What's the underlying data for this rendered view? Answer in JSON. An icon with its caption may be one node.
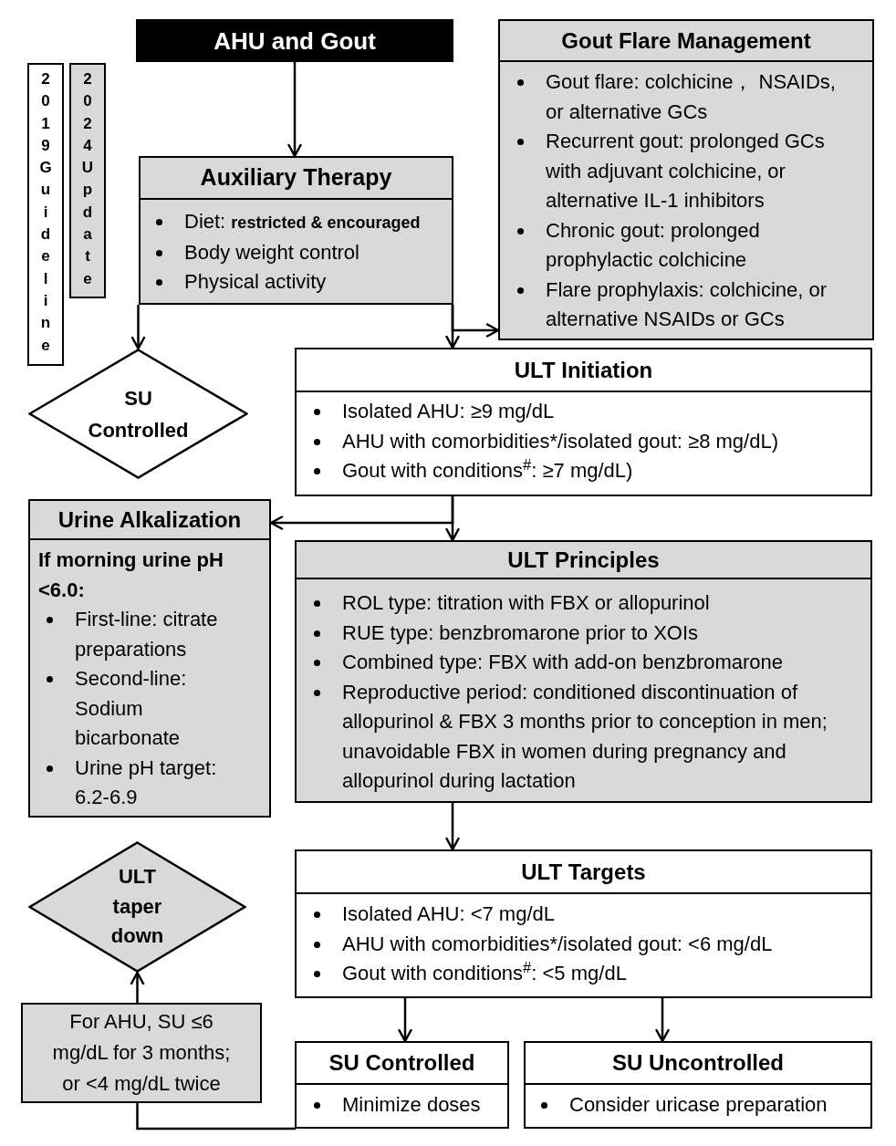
{
  "diagram": {
    "nodes": [
      {
        "text": [
          "AHU and Gout"
        ]
      },
      {
        "text": [
          "2019Guideline"
        ]
      },
      {
        "text": [
          "2024Update"
        ]
      },
      {
        "text": [
          "Auxiliary Therapy",
          "Diet: **restricted & encouraged**",
          "Body weight control",
          "Physical activity"
        ]
      },
      {
        "text": [
          "Gout Flare Management",
          "Gout flare: colchicine， NSAIDs, or alternative GCs",
          "Recurrent gout: prolonged GCs with adjuvant colchicine, or alternative IL-1 inhibitors",
          "Chronic gout: prolonged prophylactic colchicine",
          "Flare prophylaxis: colchicine, or alternative NSAIDs or GCs"
        ]
      },
      {
        "text": [
          "SU Controlled"
        ]
      },
      {
        "text": [
          "ULT Initiation",
          "Isolated AHU: ≥9 mg/dL",
          "AHU with comorbidities*/isolated gout: ≥8 mg/dL)",
          "Gout with conditions$^{#}$: ≥7 mg/dL)"
        ]
      },
      {
        "text": [
          "Urine Alkalization",
          "If morning urine pH <6.0:",
          "First-line: citrate preparations",
          "Second-line: Sodium bicarbonate",
          "Urine pH target: 6.2-6.9"
        ]
      },
      {
        "text": [
          "ULT Principles",
          "ROL type: titration with FBX or allopurinol",
          "RUE type: benzbromarone prior to XOIs",
          "Combined type: FBX with add-on benzbromarone",
          "Reproductive period: conditioned discontinuation of allopurinol & FBX 3 months prior to conception in men; unavoidable FBX in women during pregnancy and allopurinol during lactation"
        ]
      },
      {
        "text": [
          "ULT taper down"
        ]
      },
      {
        "text": [
          "ULT Targets",
          "Isolated AHU: <7 mg/dL",
          "AHU with comorbidities*/isolated gout: <6 mg/dL",
          "Gout with conditions$^{#}$: <5 mg/dL"
        ]
      },
      {
        "text": [
          "For AHU, SU ≤6 mg/dL for 3 months; or <4 mg/dL twice"
        ]
      },
      {
        "text": [
          "SU Controlled",
          "Minimize doses"
        ]
      },
      {
        "text": [
          "SU Uncontrolled",
          "Consider uricase preparation"
        ]
      }
    ],
    "edges": [
      {
        "from": 0,
        "to": 3,
        "arrow": "to"
      },
      {
        "from": 3,
        "to": 5,
        "arrow": "to"
      },
      {
        "from": 3,
        "to": 6,
        "arrow": "to"
      },
      {
        "from": 3,
        "to": 4,
        "arrow": "to"
      },
      {
        "from": 6,
        "to": 7,
        "arrow": "to"
      },
      {
        "from": 6,
        "to": 8,
        "arrow": "to"
      },
      {
        "from": 8,
        "to": 10,
        "arrow": "to"
      },
      {
        "from": 10,
        "to": 12,
        "arrow": "to"
      },
      {
        "from": 10,
        "to": 13,
        "arrow": "to"
      },
      {
        "from": 12,
        "to": 11,
        "arrow": "none"
      },
      {
        "from": 11,
        "to": 9,
        "arrow": "to"
      }
    ]
  }
}
